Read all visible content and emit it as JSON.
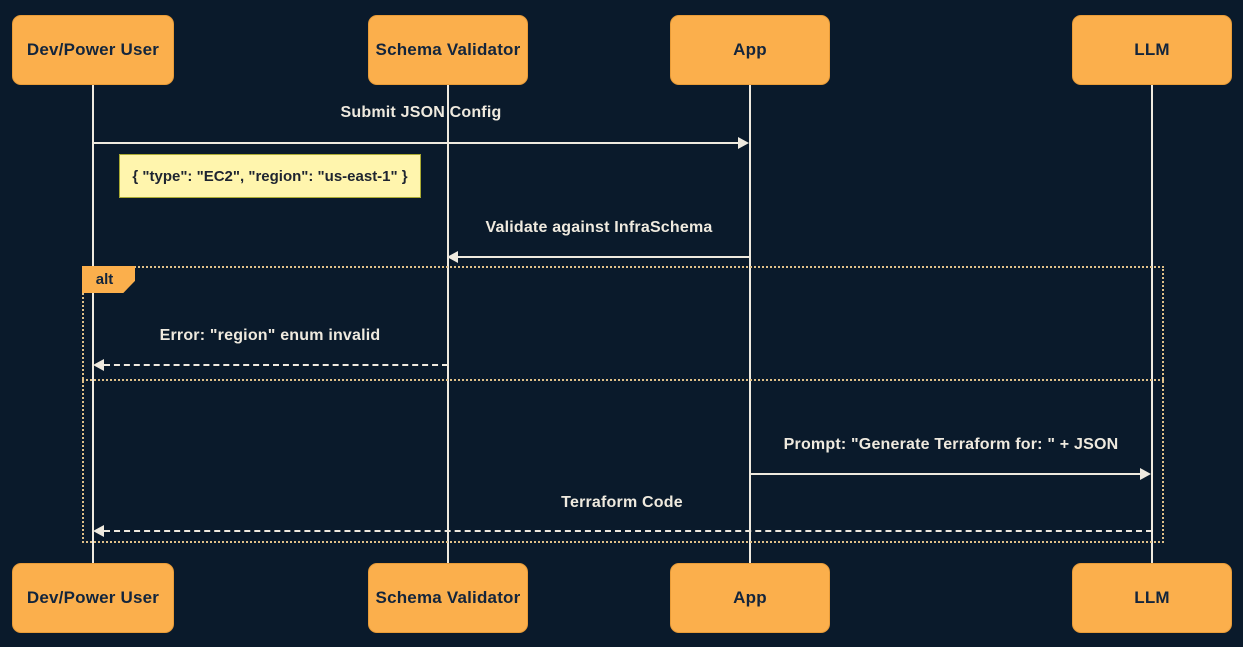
{
  "diagram_type": "sequence-diagram",
  "colors": {
    "background": "#0A1A2B",
    "actor_fill": "#FBAF4C",
    "actor_border": "#E99C38",
    "actor_text": "#13253C",
    "line": "#EFEADF",
    "message_text": "#EFEADF",
    "note_fill": "#FFF5AD",
    "note_border": "#AAAA33",
    "note_text": "#1E2430",
    "frame_border": "#DFC089"
  },
  "actors": [
    {
      "id": "dev-power-user",
      "label": "Dev/Power User"
    },
    {
      "id": "schema-validator",
      "label": "Schema Validator"
    },
    {
      "id": "app",
      "label": "App"
    },
    {
      "id": "llm",
      "label": "LLM"
    }
  ],
  "messages": [
    {
      "from": "Dev/Power User",
      "to": "App",
      "label": "Submit JSON Config",
      "line": "solid",
      "arrow": "filled"
    },
    {
      "from": "App",
      "to": "Schema Validator",
      "label": "Validate against InfraSchema",
      "line": "solid",
      "arrow": "filled"
    },
    {
      "from": "Schema Validator",
      "to": "Dev/Power User",
      "label": "Error: \"region\" enum invalid",
      "line": "dashed",
      "arrow": "filled"
    },
    {
      "from": "App",
      "to": "LLM",
      "label": "Prompt: \"Generate Terraform for: \" + JSON",
      "line": "solid",
      "arrow": "filled"
    },
    {
      "from": "LLM",
      "to": "Dev/Power User",
      "label": "Terraform Code",
      "line": "dashed",
      "arrow": "filled"
    }
  ],
  "note": {
    "attached_to": "Dev/Power User",
    "text": "{ \"type\": \"EC2\", \"region\": \"us-east-1\" }"
  },
  "alt_frame": {
    "label": "alt",
    "sections": 2
  }
}
